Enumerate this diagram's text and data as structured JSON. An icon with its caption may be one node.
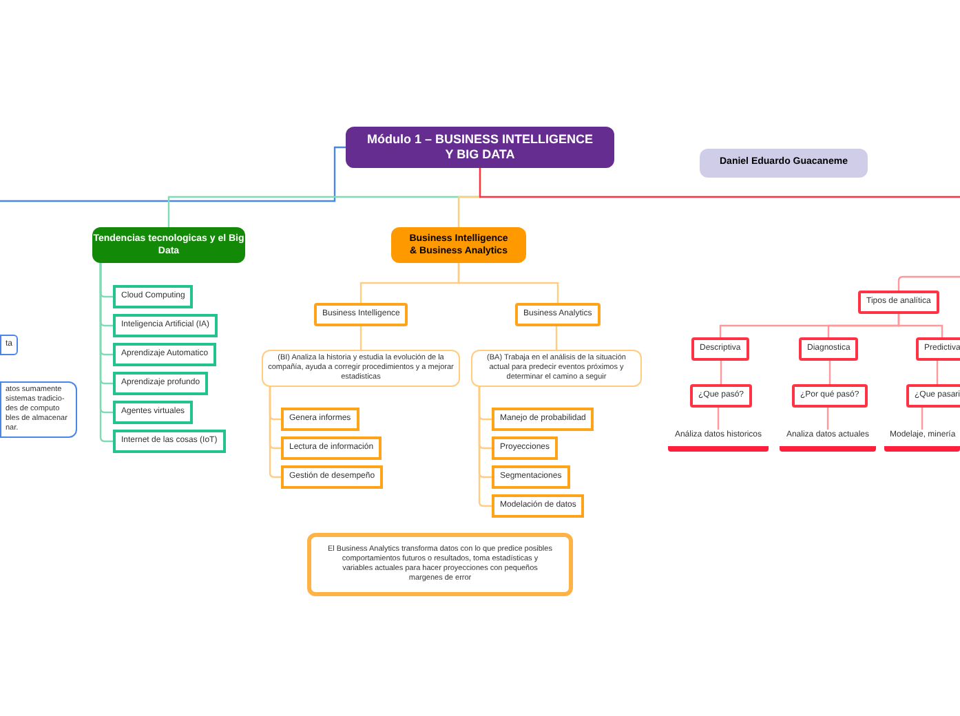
{
  "diagram": {
    "nodes": [
      {
        "text": [
          "Módulo 1 – BUSINESS INTELLIGENCE Y BIG DATA"
        ]
      },
      {
        "text": [
          "Daniel Eduardo Guacaneme"
        ]
      },
      {
        "text": [
          "Tendencias tecnologicas y el Big Data"
        ]
      },
      {
        "text": [
          "Cloud Computing"
        ]
      },
      {
        "text": [
          "Inteligencia Artificial (IA)"
        ]
      },
      {
        "text": [
          "Aprendizaje Automatico"
        ]
      },
      {
        "text": [
          "Aprendizaje profundo"
        ]
      },
      {
        "text": [
          "Agentes virtuales"
        ]
      },
      {
        "text": [
          "Internet de las cosas (IoT)"
        ]
      },
      {
        "text": [
          "Business Intelligence & Business Analytics"
        ]
      },
      {
        "text": [
          "Business Intelligence"
        ]
      },
      {
        "text": [
          "Business Analytics"
        ]
      },
      {
        "text": [
          "(BI) Analiza la historia y estudia la evolución de la compañía, ayuda a corregir procedimientos y a mejorar estadisticas"
        ]
      },
      {
        "text": [
          "Genera informes"
        ]
      },
      {
        "text": [
          "Lectura de información"
        ]
      },
      {
        "text": [
          "Gestión de desempeño"
        ]
      },
      {
        "text": [
          "(BA) Trabaja en el análisis de la situación actual para predecir eventos próximos y determinar el camino a seguir"
        ]
      },
      {
        "text": [
          "Manejo de probabilidad"
        ]
      },
      {
        "text": [
          "Proyecciones"
        ]
      },
      {
        "text": [
          "Segmentaciones"
        ]
      },
      {
        "text": [
          "Modelación de datos"
        ]
      },
      {
        "text": [
          "El Business Analytics transforma datos con lo que predice posibles comportamientos futuros o resultados, toma estadísticas y variables actuales para hacer proyecciones con pequeños margenes de error"
        ]
      },
      {
        "text": [
          "Tipos de analítica"
        ]
      },
      {
        "text": [
          "Descriptiva"
        ]
      },
      {
        "text": [
          "Diagnostica"
        ]
      },
      {
        "text": [
          "Predictiva"
        ]
      },
      {
        "text": [
          "¿Que pasó?"
        ]
      },
      {
        "text": [
          "¿Por qué pasó?"
        ]
      },
      {
        "text": [
          "¿Que pasari"
        ]
      },
      {
        "text": [
          "Análiza datos historicos"
        ]
      },
      {
        "text": [
          "Analiza datos actuales"
        ]
      },
      {
        "text": [
          "Modelaje, minería"
        ]
      },
      {
        "text": [
          "ta"
        ]
      },
      {
        "text": [
          "atos sumamente sistemas tradicio- des de computo bles de almacenar nar."
        ]
      }
    ],
    "edges": [
      {
        "from": 0,
        "to": null,
        "arrow": "none",
        "color": "#4a86e8"
      },
      {
        "from": 0,
        "to": 2,
        "arrow": "none",
        "color": "#7fdbb6"
      },
      {
        "from": 0,
        "to": 9,
        "arrow": "none"
      },
      {
        "from": 0,
        "to": null,
        "arrow": "none",
        "color": "#ff3344"
      },
      {
        "from": null,
        "to": 22,
        "arrow": "none",
        "color": "#ff9999"
      },
      {
        "from": 2,
        "to": 3,
        "arrow": "none",
        "color": "#7fdbb6"
      },
      {
        "from": 2,
        "to": 4,
        "arrow": "none",
        "color": "#7fdbb6"
      },
      {
        "from": 2,
        "to": 5,
        "arrow": "none",
        "color": "#7fdbb6"
      },
      {
        "from": 2,
        "to": 6,
        "arrow": "none",
        "color": "#7fdbb6"
      },
      {
        "from": 2,
        "to": 7,
        "arrow": "none",
        "color": "#7fdbb6"
      },
      {
        "from": 2,
        "to": 8,
        "arrow": "none",
        "color": "#7fdbb6"
      },
      {
        "from": 9,
        "to": 10,
        "arrow": "none"
      },
      {
        "from": 9,
        "to": 11,
        "arrow": "none"
      },
      {
        "from": 10,
        "to": 12,
        "arrow": "none"
      },
      {
        "from": 11,
        "to": 16,
        "arrow": "none"
      },
      {
        "from": 12,
        "to": 13,
        "arrow": "none"
      },
      {
        "from": 12,
        "to": 14,
        "arrow": "none"
      },
      {
        "from": 12,
        "to": 15,
        "arrow": "none"
      },
      {
        "from": 16,
        "to": 17,
        "arrow": "none"
      },
      {
        "from": 16,
        "to": 18,
        "arrow": "none"
      },
      {
        "from": 16,
        "to": 19,
        "arrow": "none"
      },
      {
        "from": 16,
        "to": 20,
        "arrow": "none"
      },
      {
        "from": 22,
        "to": 23,
        "arrow": "none",
        "color": "#ff9999"
      },
      {
        "from": 22,
        "to": 24,
        "arrow": "none",
        "color": "#ff9999"
      },
      {
        "from": 22,
        "to": 25,
        "arrow": "none",
        "color": "#ff9999"
      },
      {
        "from": 23,
        "to": 26,
        "arrow": "none",
        "color": "#ff9999"
      },
      {
        "from": 24,
        "to": 27,
        "arrow": "none",
        "color": "#ff9999"
      },
      {
        "from": 25,
        "to": 28,
        "arrow": "none",
        "color": "#ff9999"
      },
      {
        "from": 26,
        "to": 29,
        "arrow": "none",
        "color": "#ff9999"
      },
      {
        "from": 27,
        "to": 30,
        "arrow": "none",
        "color": "#ff9999"
      },
      {
        "from": 28,
        "to": 31,
        "arrow": "none",
        "color": "#ff9999"
      }
    ]
  }
}
